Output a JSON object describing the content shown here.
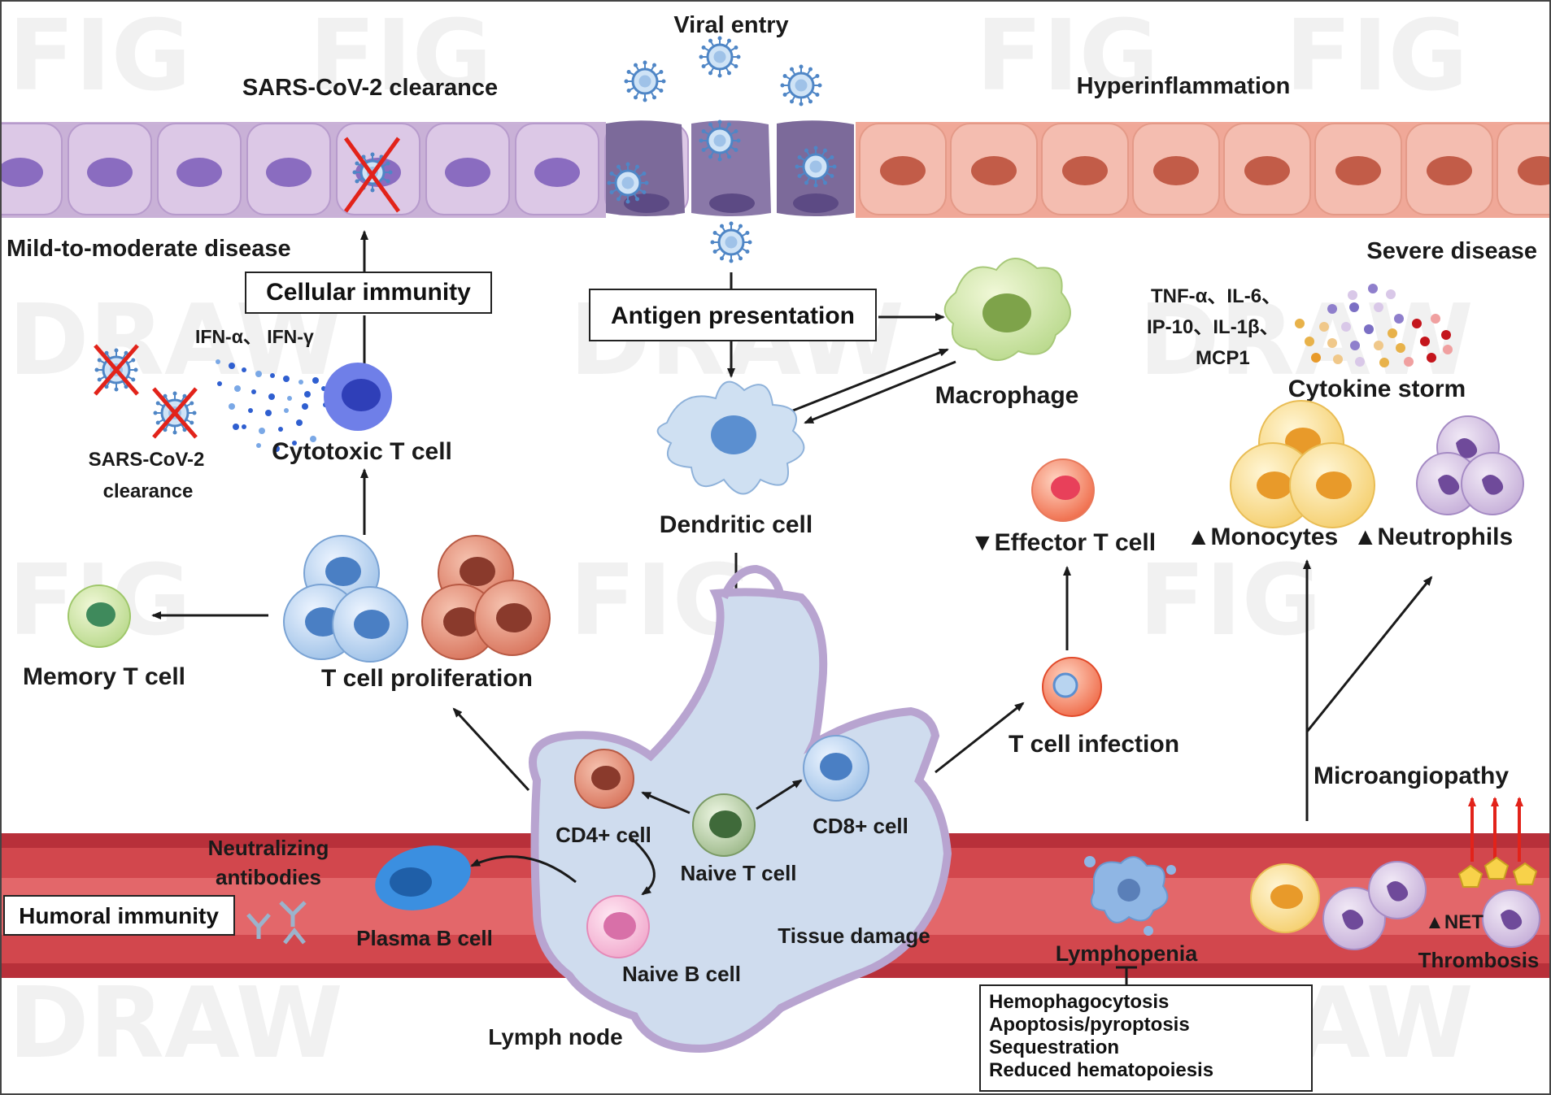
{
  "labels": {
    "viral_entry": "Viral entry",
    "sars_clearance_title": "SARS-CoV-2 clearance",
    "hyperinflammation": "Hyperinflammation",
    "mild_disease": "Mild-to-moderate disease",
    "severe_disease": "Severe disease",
    "cellular_immunity": "Cellular immunity",
    "antigen_presentation": "Antigen presentation",
    "ifn": "IFN-α、 IFN-γ",
    "sars_clearance_line1": "SARS-CoV-2",
    "sars_clearance_line2": "clearance",
    "cytotoxic_t_cell": "Cytotoxic T cell",
    "macrophage": "Macrophage",
    "dendritic_cell": "Dendritic cell",
    "cytokines_line1": "TNF-α、IL-6、",
    "cytokines_line2": "IP-10、IL-1β、",
    "cytokines_line3": "MCP1",
    "cytokine_storm": "Cytokine storm",
    "effector_t_cell": "▼Effector T cell",
    "monocytes": "▲Monocytes",
    "neutrophils": "▲Neutrophils",
    "memory_t_cell": "Memory T cell",
    "t_cell_proliferation": "T cell proliferation",
    "t_cell_infection": "T cell infection",
    "microangiopathy": "Microangiopathy",
    "cd4_cell": "CD4+ cell",
    "cd8_cell": "CD8+ cell",
    "naive_t_cell": "Naive T cell",
    "naive_b_cell": "Naive B cell",
    "neutralizing_line1": "Neutralizing",
    "neutralizing_line2": "antibodies",
    "humoral_immunity": "Humoral immunity",
    "plasma_b_cell": "Plasma B cell",
    "tissue_damage": "Tissue damage",
    "lymph_node": "Lymph node",
    "lymphopenia": "Lymphopenia",
    "net": "▲NET",
    "thrombosis": "Thrombosis",
    "mechanisms": [
      "Hemophagocytosis",
      "Apoptosis/pyroptosis",
      "Sequestration",
      "Reduced hematopoiesis"
    ]
  },
  "watermark": "FIGDRAW",
  "colors": {
    "healthy_epithelium": "#d9c4e3",
    "infected_epithelium": "#7c6a9a",
    "inflamed_epithelium": "#f1b8a8",
    "vessel": "#c0393f",
    "lymph_node": "#cfdcee",
    "arrow": "#1a1a1a",
    "red_arrow": "#e2231a"
  }
}
